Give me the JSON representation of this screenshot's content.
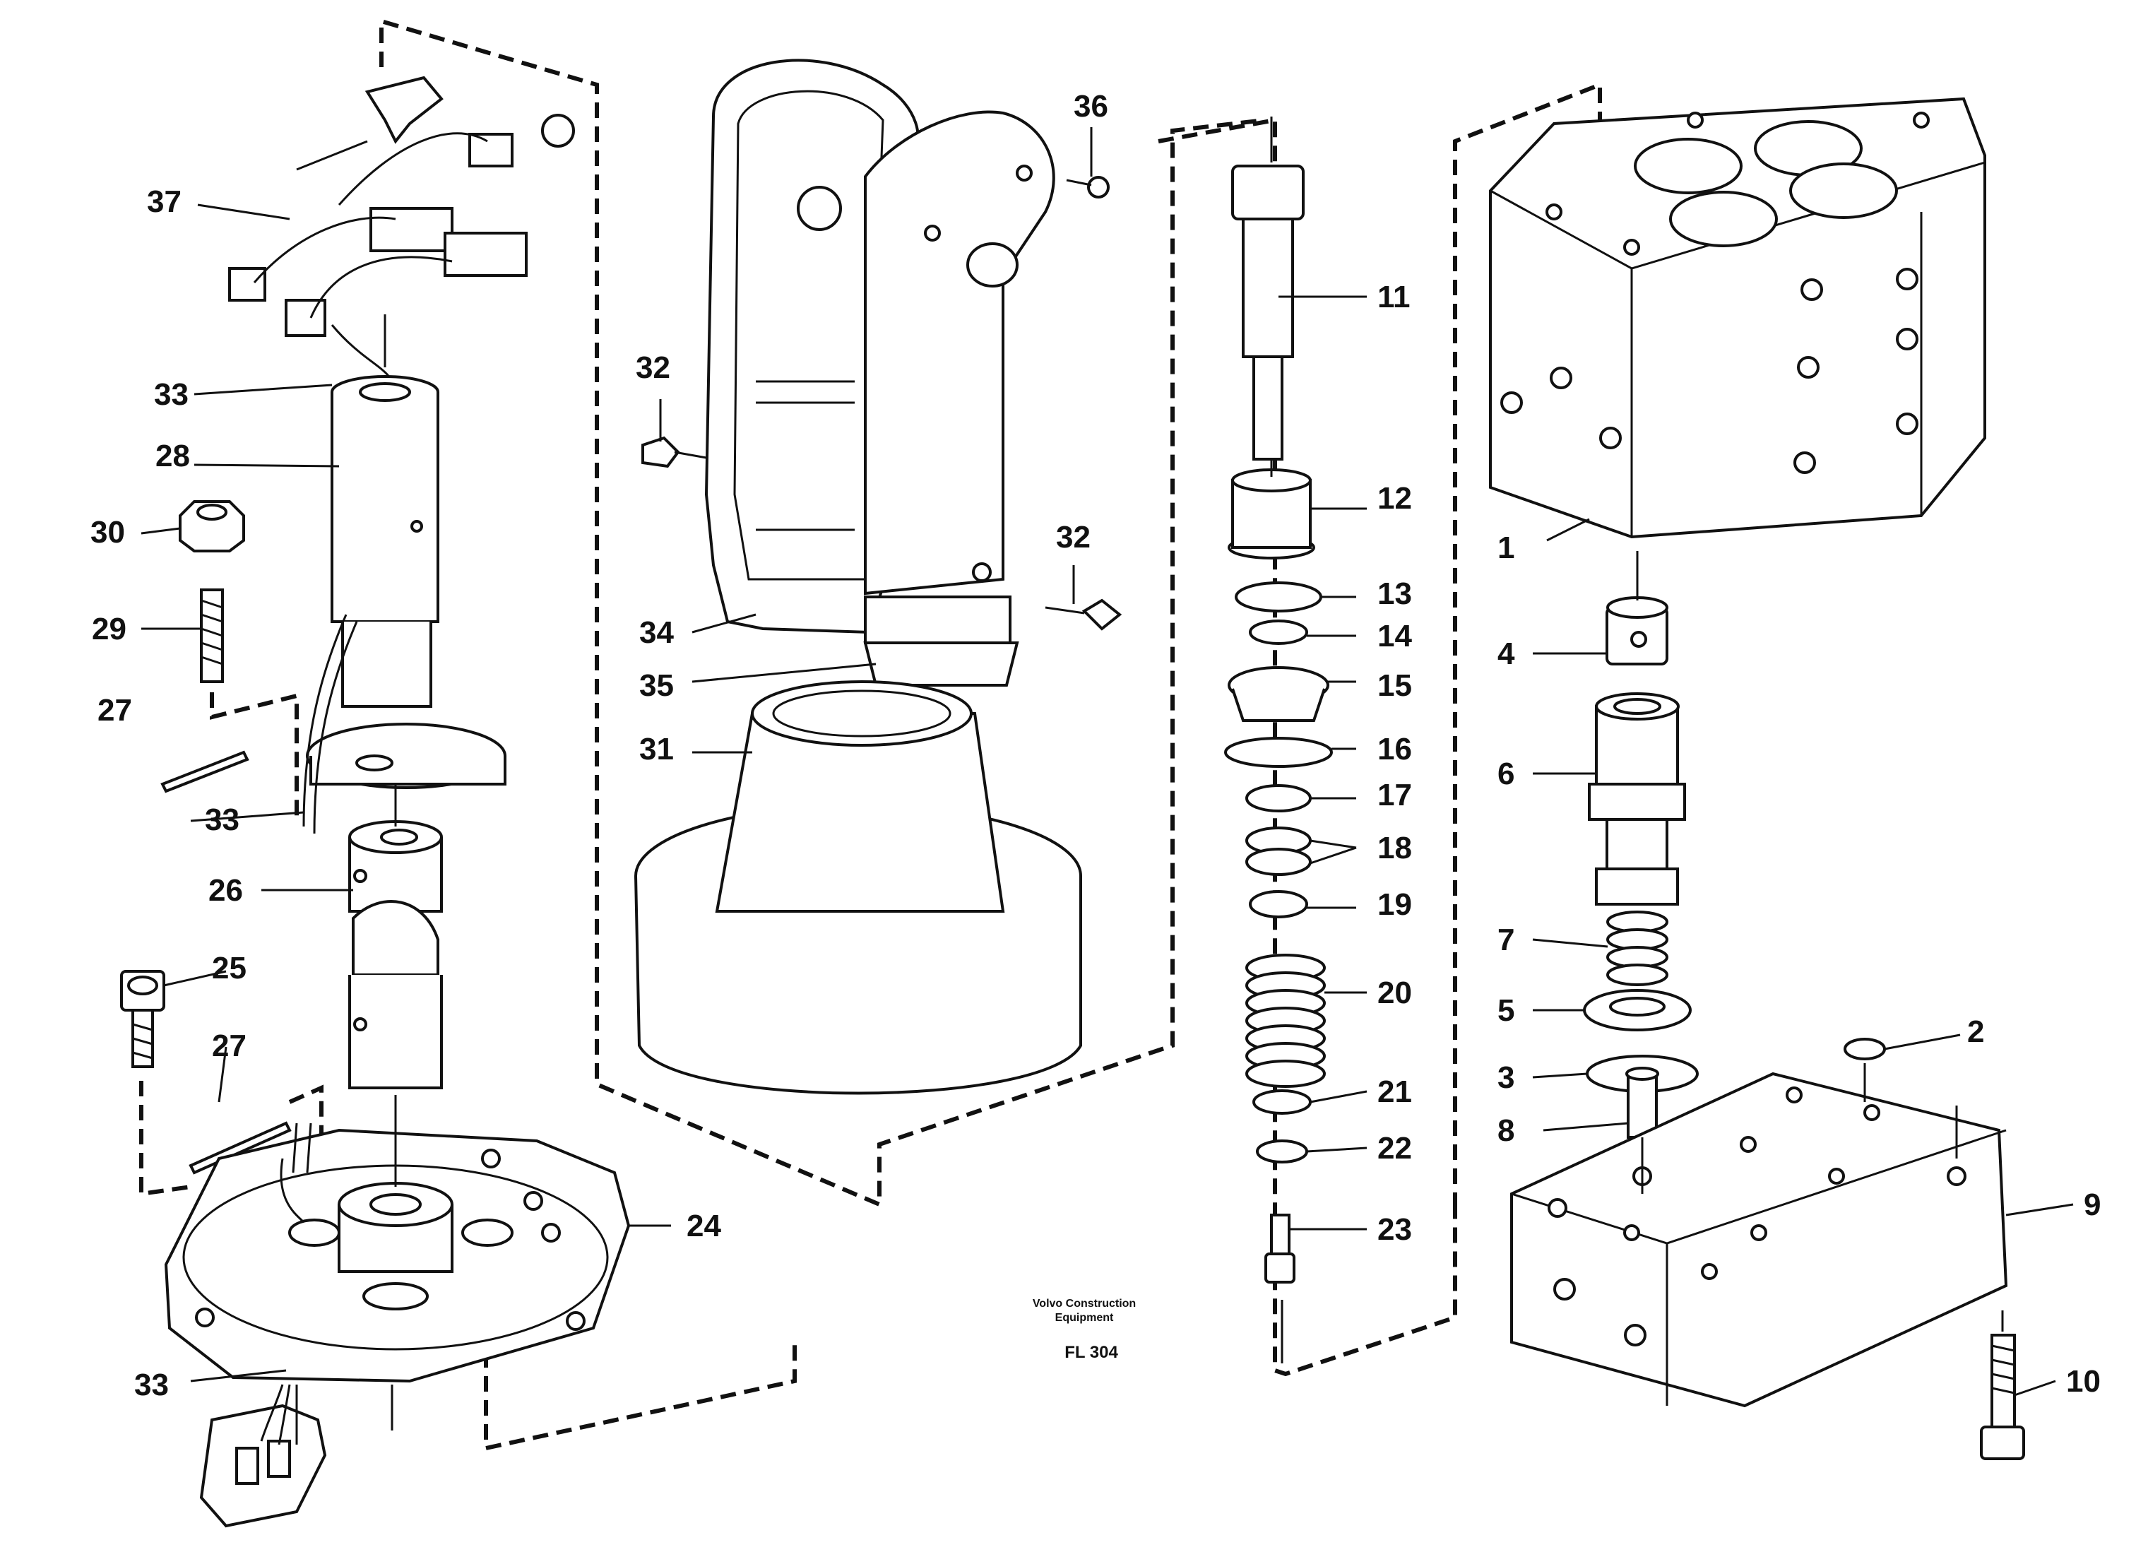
{
  "credit": {
    "line1": "Volvo Construction",
    "line2": "Equipment",
    "code": "FL 304"
  },
  "callouts": {
    "c1": "1",
    "c2": "2",
    "c3": "3",
    "c4": "4",
    "c5": "5",
    "c6": "6",
    "c7": "7",
    "c8": "8",
    "c9": "9",
    "c10": "10",
    "c11": "11",
    "c12": "12",
    "c13": "13",
    "c14": "14",
    "c15": "15",
    "c16": "16",
    "c17": "17",
    "c18": "18",
    "c19": "19",
    "c20": "20",
    "c21": "21",
    "c22": "22",
    "c23": "23",
    "c24": "24",
    "c25": "25",
    "c26": "26",
    "c27": "27",
    "c28": "28",
    "c29": "29",
    "c30": "30",
    "c31": "31",
    "c32": "32",
    "c33": "33",
    "c34": "34",
    "c35": "35",
    "c36": "36",
    "c37": "37"
  }
}
